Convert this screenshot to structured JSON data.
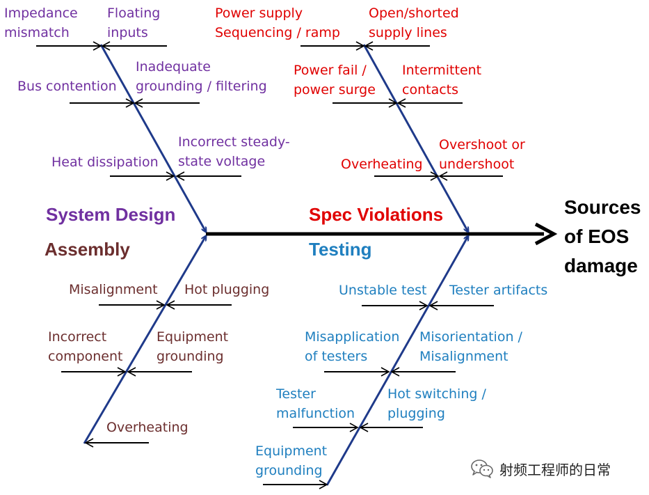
{
  "effect": {
    "lines": [
      "Sources",
      "of EOS",
      "damage"
    ]
  },
  "categories": {
    "system_design": {
      "title": "System Design",
      "color": "#7030a0",
      "causes": [
        {
          "lines": [
            "Impedance",
            "mismatch"
          ]
        },
        {
          "lines": [
            "Floating",
            "inputs"
          ]
        },
        {
          "lines": [
            "Bus contention"
          ]
        },
        {
          "lines": [
            "Inadequate",
            "grounding / filtering"
          ]
        },
        {
          "lines": [
            "Heat dissipation"
          ]
        },
        {
          "lines": [
            "Incorrect steady-",
            "state voltage"
          ]
        }
      ]
    },
    "spec_violations": {
      "title": "Spec Violations",
      "color": "#e00000",
      "causes": [
        {
          "lines": [
            "Power supply",
            "Sequencing / ramp"
          ]
        },
        {
          "lines": [
            "Open/shorted",
            "supply lines"
          ]
        },
        {
          "lines": [
            "Power fail /",
            "power surge"
          ]
        },
        {
          "lines": [
            "Intermittent",
            "contacts"
          ]
        },
        {
          "lines": [
            "Overheating"
          ]
        },
        {
          "lines": [
            "Overshoot or",
            "undershoot"
          ]
        }
      ]
    },
    "assembly": {
      "title": "Assembly",
      "color": "#6b2e2e",
      "causes": [
        {
          "lines": [
            "Misalignment"
          ]
        },
        {
          "lines": [
            "Hot plugging"
          ]
        },
        {
          "lines": [
            "Incorrect",
            "component"
          ]
        },
        {
          "lines": [
            "Equipment",
            "grounding"
          ]
        },
        {
          "lines": [
            "Overheating"
          ]
        }
      ]
    },
    "testing": {
      "title": "Testing",
      "color": "#1f7fbf",
      "causes": [
        {
          "lines": [
            "Unstable test"
          ]
        },
        {
          "lines": [
            "Tester artifacts"
          ]
        },
        {
          "lines": [
            "Misapplication",
            "of testers"
          ]
        },
        {
          "lines": [
            "Misorientation /",
            "Misalignment"
          ]
        },
        {
          "lines": [
            "Tester",
            "malfunction"
          ]
        },
        {
          "lines": [
            "Hot switching /",
            "plugging"
          ]
        },
        {
          "lines": [
            "Equipment",
            "grounding"
          ]
        }
      ]
    }
  },
  "watermark": {
    "text": "射频工程师的日常",
    "icon": "wechat-icon"
  },
  "colors": {
    "bone": "#1f3a8a",
    "spine": "#000000",
    "cause_arrow": "#000000"
  }
}
